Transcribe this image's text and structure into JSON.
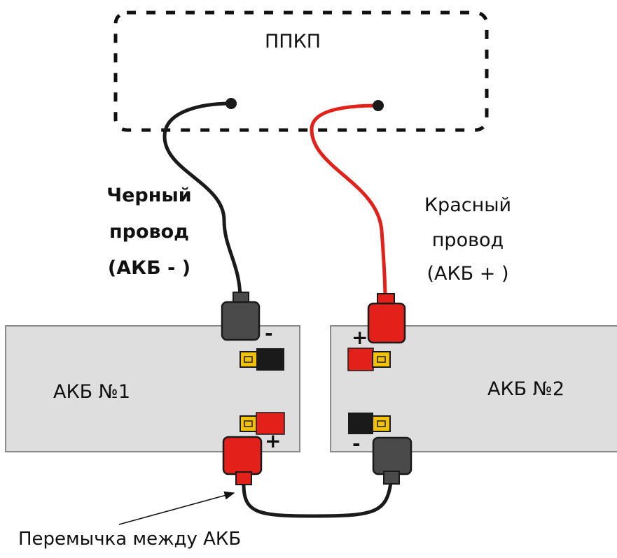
{
  "panel": {
    "label": "ППКП"
  },
  "black_wire": {
    "line1": "Черный",
    "line2": "провод",
    "line3": "(АКБ - )"
  },
  "red_wire": {
    "line1": "Красный",
    "line2": "провод",
    "line3": "(АКБ + )"
  },
  "battery1": {
    "label": "АКБ №1",
    "minus": "-",
    "plus": "+"
  },
  "battery2": {
    "label": "АКБ №2",
    "minus": "-",
    "plus": "+"
  },
  "jumper": {
    "label": "Перемычка между АКБ"
  },
  "colors": {
    "red": "#e32019",
    "black": "#1a1a1a",
    "gray": "#4a4a4a",
    "battery_fill": "#dedede",
    "terminal_yellow": "#f2c200"
  }
}
